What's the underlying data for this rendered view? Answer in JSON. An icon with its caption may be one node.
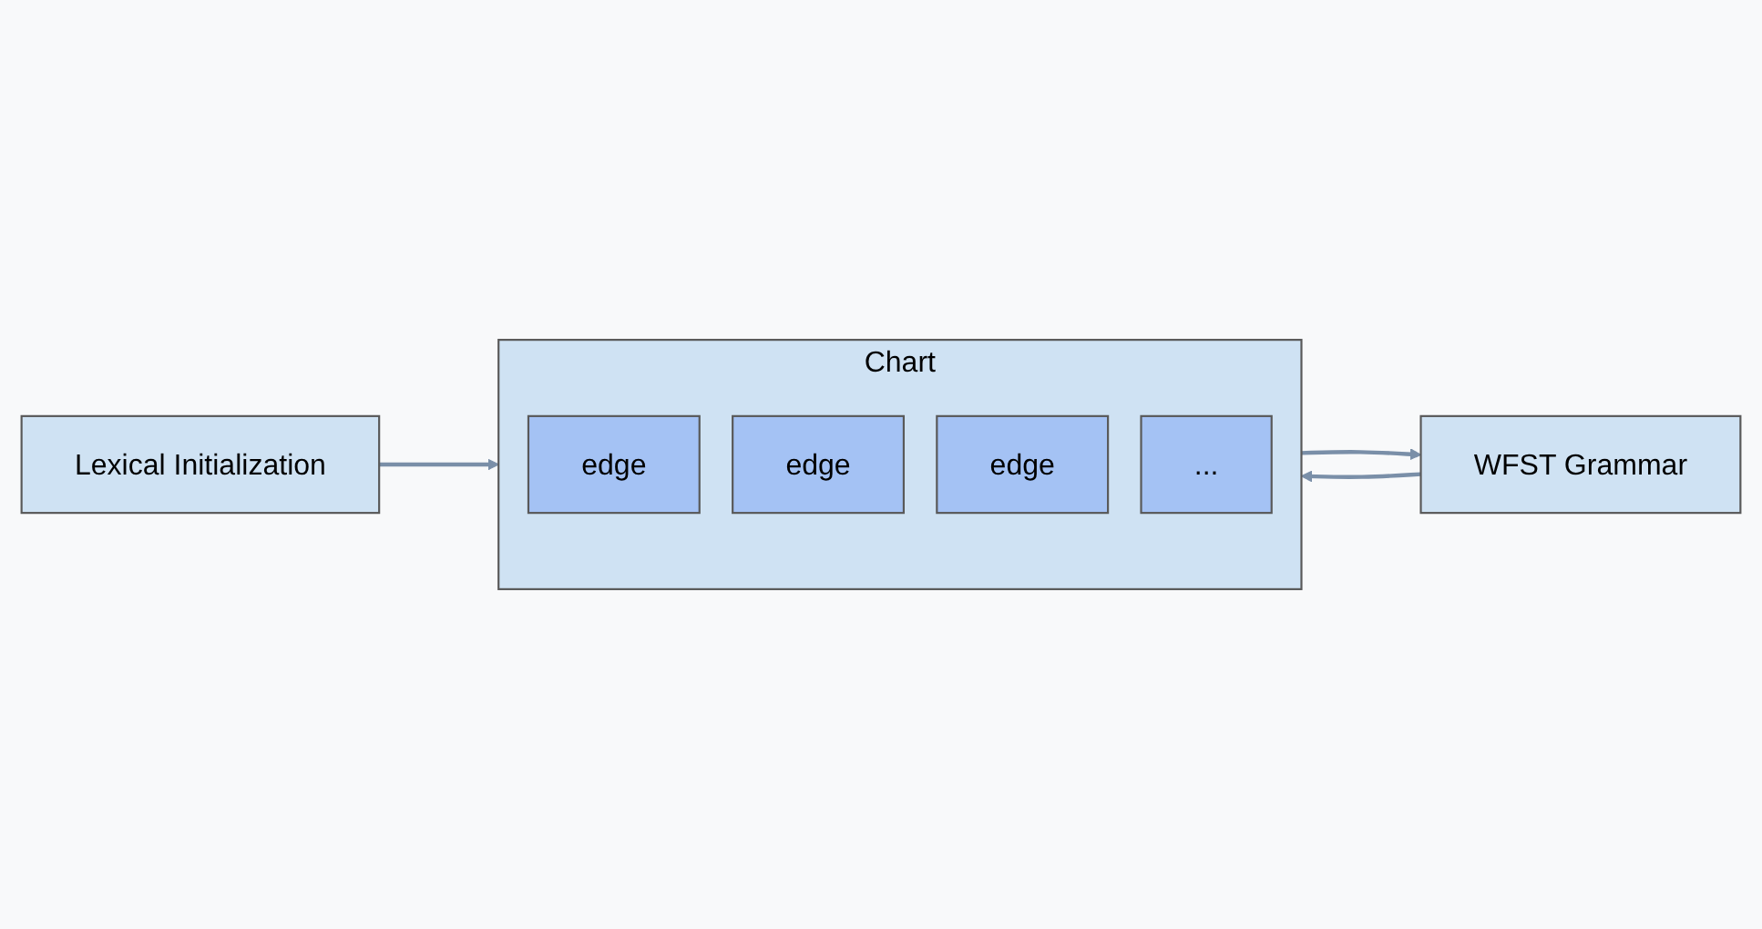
{
  "diagram": {
    "nodes": [
      {
        "text": [
          "Lexical Initialization"
        ]
      },
      {
        "text": [
          "Chart"
        ]
      },
      {
        "text": [
          "edge"
        ],
        "in": 1
      },
      {
        "text": [
          "edge"
        ],
        "in": 1
      },
      {
        "text": [
          "edge"
        ],
        "in": 1
      },
      {
        "text": [
          "..."
        ],
        "in": 1
      },
      {
        "text": [
          "WFST Grammar"
        ]
      }
    ],
    "edges": [
      {
        "from": 0,
        "to": 1,
        "arrow": "to"
      },
      {
        "from": 1,
        "to": 6,
        "arrow": "to"
      },
      {
        "from": 6,
        "to": 1,
        "arrow": "to"
      }
    ]
  }
}
